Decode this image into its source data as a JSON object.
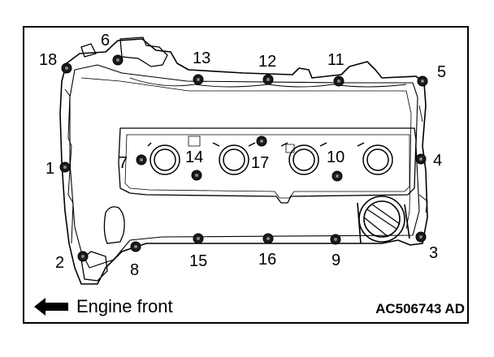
{
  "footer": {
    "direction_label": "Engine front",
    "figure_code": "AC506743 AD"
  },
  "arrow_icon": "left-arrow-icon",
  "bolts": [
    {
      "label": "1"
    },
    {
      "label": "2"
    },
    {
      "label": "3"
    },
    {
      "label": "4"
    },
    {
      "label": "5"
    },
    {
      "label": "6"
    },
    {
      "label": "7"
    },
    {
      "label": "8"
    },
    {
      "label": "9"
    },
    {
      "label": "10"
    },
    {
      "label": "11"
    },
    {
      "label": "12"
    },
    {
      "label": "13"
    },
    {
      "label": "14"
    },
    {
      "label": "15"
    },
    {
      "label": "16"
    },
    {
      "label": "17"
    },
    {
      "label": "18"
    }
  ]
}
